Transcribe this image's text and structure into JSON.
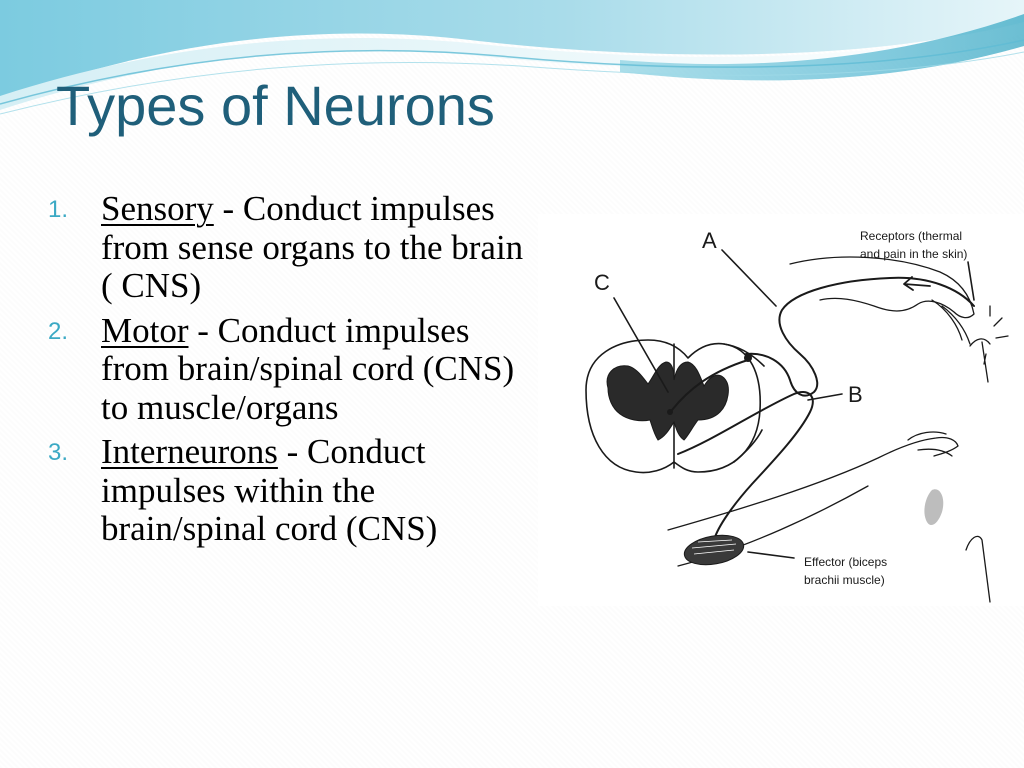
{
  "slide": {
    "title": "Types of Neurons",
    "items": [
      {
        "number": "1.",
        "term": "Sensory",
        "description": " - Conduct impulses from sense organs to the brain ( CNS)"
      },
      {
        "number": "2.",
        "term": "Motor",
        "description": " - Conduct impulses from brain/spinal cord (CNS) to muscle/organs"
      },
      {
        "number": "3.",
        "term": "Interneurons",
        "description": " - Conduct impulses within the brain/spinal cord (CNS)"
      }
    ]
  },
  "diagram": {
    "label_a": "A",
    "label_b": "B",
    "label_c": "C",
    "receptors_line1": "Receptors (thermal",
    "receptors_line2": "and pain in the skin)",
    "effector_line1": "Effector (biceps",
    "effector_line2": "brachii muscle)"
  },
  "colors": {
    "title": "#1f5f7a",
    "list_number": "#3ba9c4",
    "wave_light": "#bfe6ef",
    "wave_mid": "#7ccbe0",
    "wave_dark": "#3ba9c4"
  }
}
